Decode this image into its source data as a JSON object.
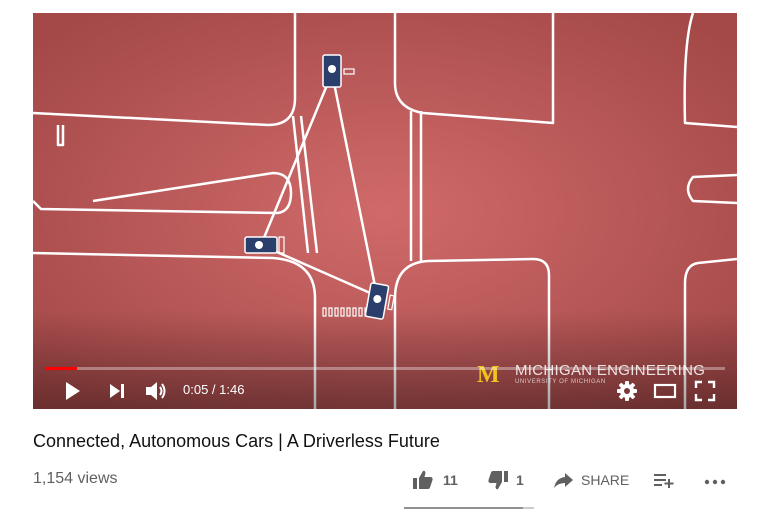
{
  "player": {
    "controls": {
      "play_icon": "play-icon",
      "next_icon": "next-icon",
      "volume_icon": "volume-icon",
      "settings_icon": "gear-icon",
      "theater_icon": "theater-mode-icon",
      "fullscreen_icon": "fullscreen-icon"
    },
    "time_display": "0:05 / 1:46",
    "progress_fraction": 0.047,
    "progress_color": "#ff0000",
    "watermark": {
      "logo_letter": "M",
      "title": "MICHIGAN ENGINEERING",
      "subtitle": "UNIVERSITY OF MICHIGAN"
    },
    "colors": {
      "background_center": "#d06a6a",
      "background_edge": "#a44848",
      "road_lines": "#ffffff",
      "car_color": "#2b3f6c"
    }
  },
  "video": {
    "title": "Connected, Autonomous Cars | A Driverless Future",
    "views": "1,154 views"
  },
  "actions": {
    "like_count": "11",
    "dislike_count": "1",
    "share_label": "SHARE",
    "like_ratio": 0.917
  }
}
